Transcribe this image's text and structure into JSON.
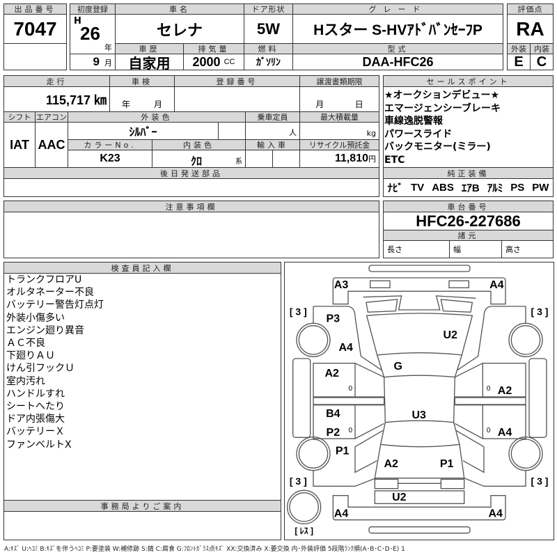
{
  "lot": {
    "label": "出品番号",
    "value": "7047"
  },
  "first_reg": {
    "label": "初度登録",
    "era": "H",
    "year": "26",
    "year_unit": "年",
    "month": "9",
    "month_unit": "月"
  },
  "car_name": {
    "label": "車名",
    "value": "セレナ"
  },
  "door": {
    "label": "ドア形状",
    "value": "5W"
  },
  "grade": {
    "label": "グレード",
    "value": "Hスター S-HVｱﾄﾞﾊﾞﾝｾｰﾌP"
  },
  "history": {
    "label": "車歴",
    "value": "自家用"
  },
  "displacement": {
    "label": "排気量",
    "value": "2000",
    "unit": "CC"
  },
  "fuel": {
    "label": "燃料",
    "value": "ｶﾞｿﾘﾝ"
  },
  "model": {
    "label": "型式",
    "value": "DAA-HFC26"
  },
  "score": {
    "label": "評価点",
    "value": "RA",
    "ext_label": "外装",
    "int_label": "内装",
    "ext": "E",
    "int": "C"
  },
  "mileage": {
    "label": "走行",
    "value": "115,717 ㎞"
  },
  "inspection": {
    "label": "車検",
    "year_unit": "年",
    "month_unit": "月"
  },
  "reg_no": {
    "label": "登録番号"
  },
  "transfer": {
    "label": "譲渡書類期限",
    "month_unit": "月",
    "day_unit": "日"
  },
  "shift": {
    "label": "シフト",
    "value": "IAT"
  },
  "aircon": {
    "label": "エアコン",
    "value": "AAC"
  },
  "ext_color": {
    "label": "外装色",
    "value": "ｼﾙﾊﾞｰ"
  },
  "capacity": {
    "label": "乗車定員",
    "unit": "人"
  },
  "max_load": {
    "label": "最大積載量",
    "unit": "kg"
  },
  "color_no": {
    "label": "カラーNo.",
    "value": "K23"
  },
  "int_color": {
    "label": "内装色",
    "value": "ｸﾛ",
    "suffix": "系"
  },
  "import": {
    "label": "輸入車"
  },
  "recycle": {
    "label": "リサイクル預託金",
    "value": "11,810",
    "unit": "円"
  },
  "later_parts": {
    "label": "後日発送部品"
  },
  "notes": {
    "label": "注意事項欄"
  },
  "sales_points": {
    "label": "セールスポイント",
    "items": [
      "★オークションデビュー★",
      "エマージェンシーブレーキ",
      "車線逸脱警報",
      "パワースライド",
      "バックモニター(ミラー)",
      "ETC"
    ]
  },
  "equipment": {
    "label": "純正装備",
    "items": [
      "ﾅﾋﾞ",
      "TV",
      "ABS",
      "ｴｱB",
      "ｱﾙﾐ",
      "PS",
      "PW"
    ]
  },
  "chassis": {
    "label": "車台番号",
    "value": "HFC26-227686"
  },
  "specs": {
    "label": "諸元",
    "length": "長さ",
    "width": "幅",
    "height": "高さ"
  },
  "inspector": {
    "label": "検査員記入欄",
    "items": [
      "トランクフロアU",
      "オルタネーター不良",
      "バッテリー警告灯点灯",
      "外装小傷多い",
      "エンジン廻り異音",
      "ＡＣ不良",
      "下廻りＡＵ",
      "けん引フックＵ",
      "室内汚れ",
      "ハンドルすれ",
      "シートへたり",
      "ドア内張傷大",
      "バッテリーＸ",
      "ファンベルトX"
    ]
  },
  "office": {
    "label": "事務局よりご案内"
  },
  "diagram": {
    "marks": [
      "A3",
      "A4",
      "P3",
      "U2",
      "A4",
      "G",
      "A2",
      "A2",
      "B4",
      "U3",
      "P2",
      "A4",
      "P1",
      "A2",
      "P1",
      "U2",
      "A4",
      "A4"
    ],
    "zeros": [
      "0",
      "0",
      "0",
      "0"
    ],
    "tires": [
      "[ 3 ]",
      "[ 3 ]",
      "[ 3 ]",
      "[ 3 ]"
    ],
    "spare": "[ ﾚｽ ]"
  },
  "legend": "A:ｷｽﾞ U:ﾍｺﾐ B:ｷｽﾞを伴うﾍｺﾐ P:要塗装 W:補修跡 S:錆 C:腐食 G:ﾌﾛﾝﾄｶﾞﾗｽ点ｷｽﾞ XX:交換済み X:要交換 内･外装評価 5段階ﾗﾝｸ順(A･B･C･D･E) 1"
}
